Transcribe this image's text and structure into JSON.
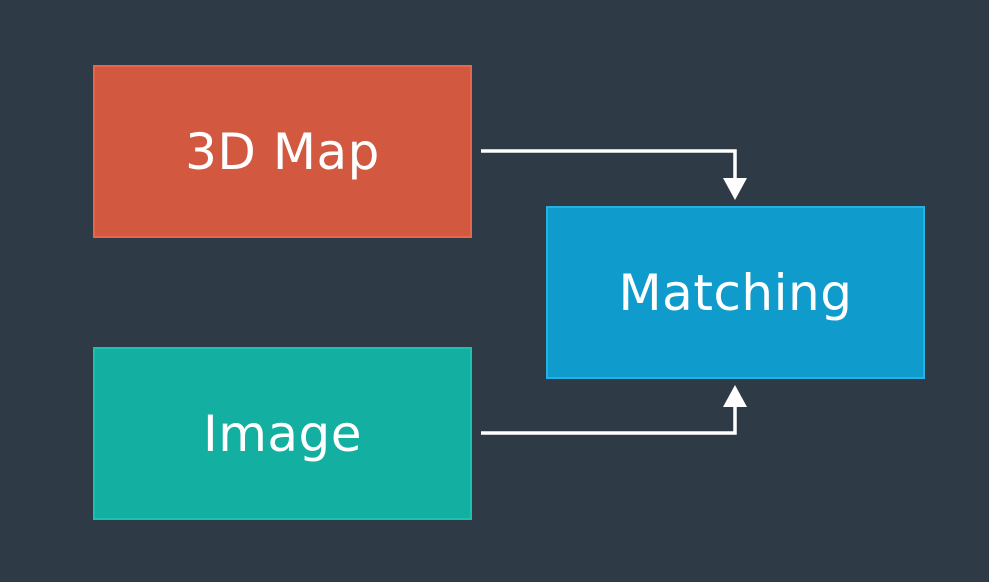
{
  "diagram": {
    "nodes": [
      {
        "id": "map",
        "label": "3D Map"
      },
      {
        "id": "image",
        "label": "Image"
      },
      {
        "id": "matching",
        "label": "Matching"
      }
    ],
    "edges": [
      {
        "from": "map",
        "to": "matching"
      },
      {
        "from": "image",
        "to": "matching"
      }
    ]
  },
  "colors": {
    "background": "#2f3a47",
    "map_fill": "#d35840",
    "image_fill": "#13afa0",
    "matching_fill": "#0f9ccc",
    "arrow": "#ffffff"
  }
}
